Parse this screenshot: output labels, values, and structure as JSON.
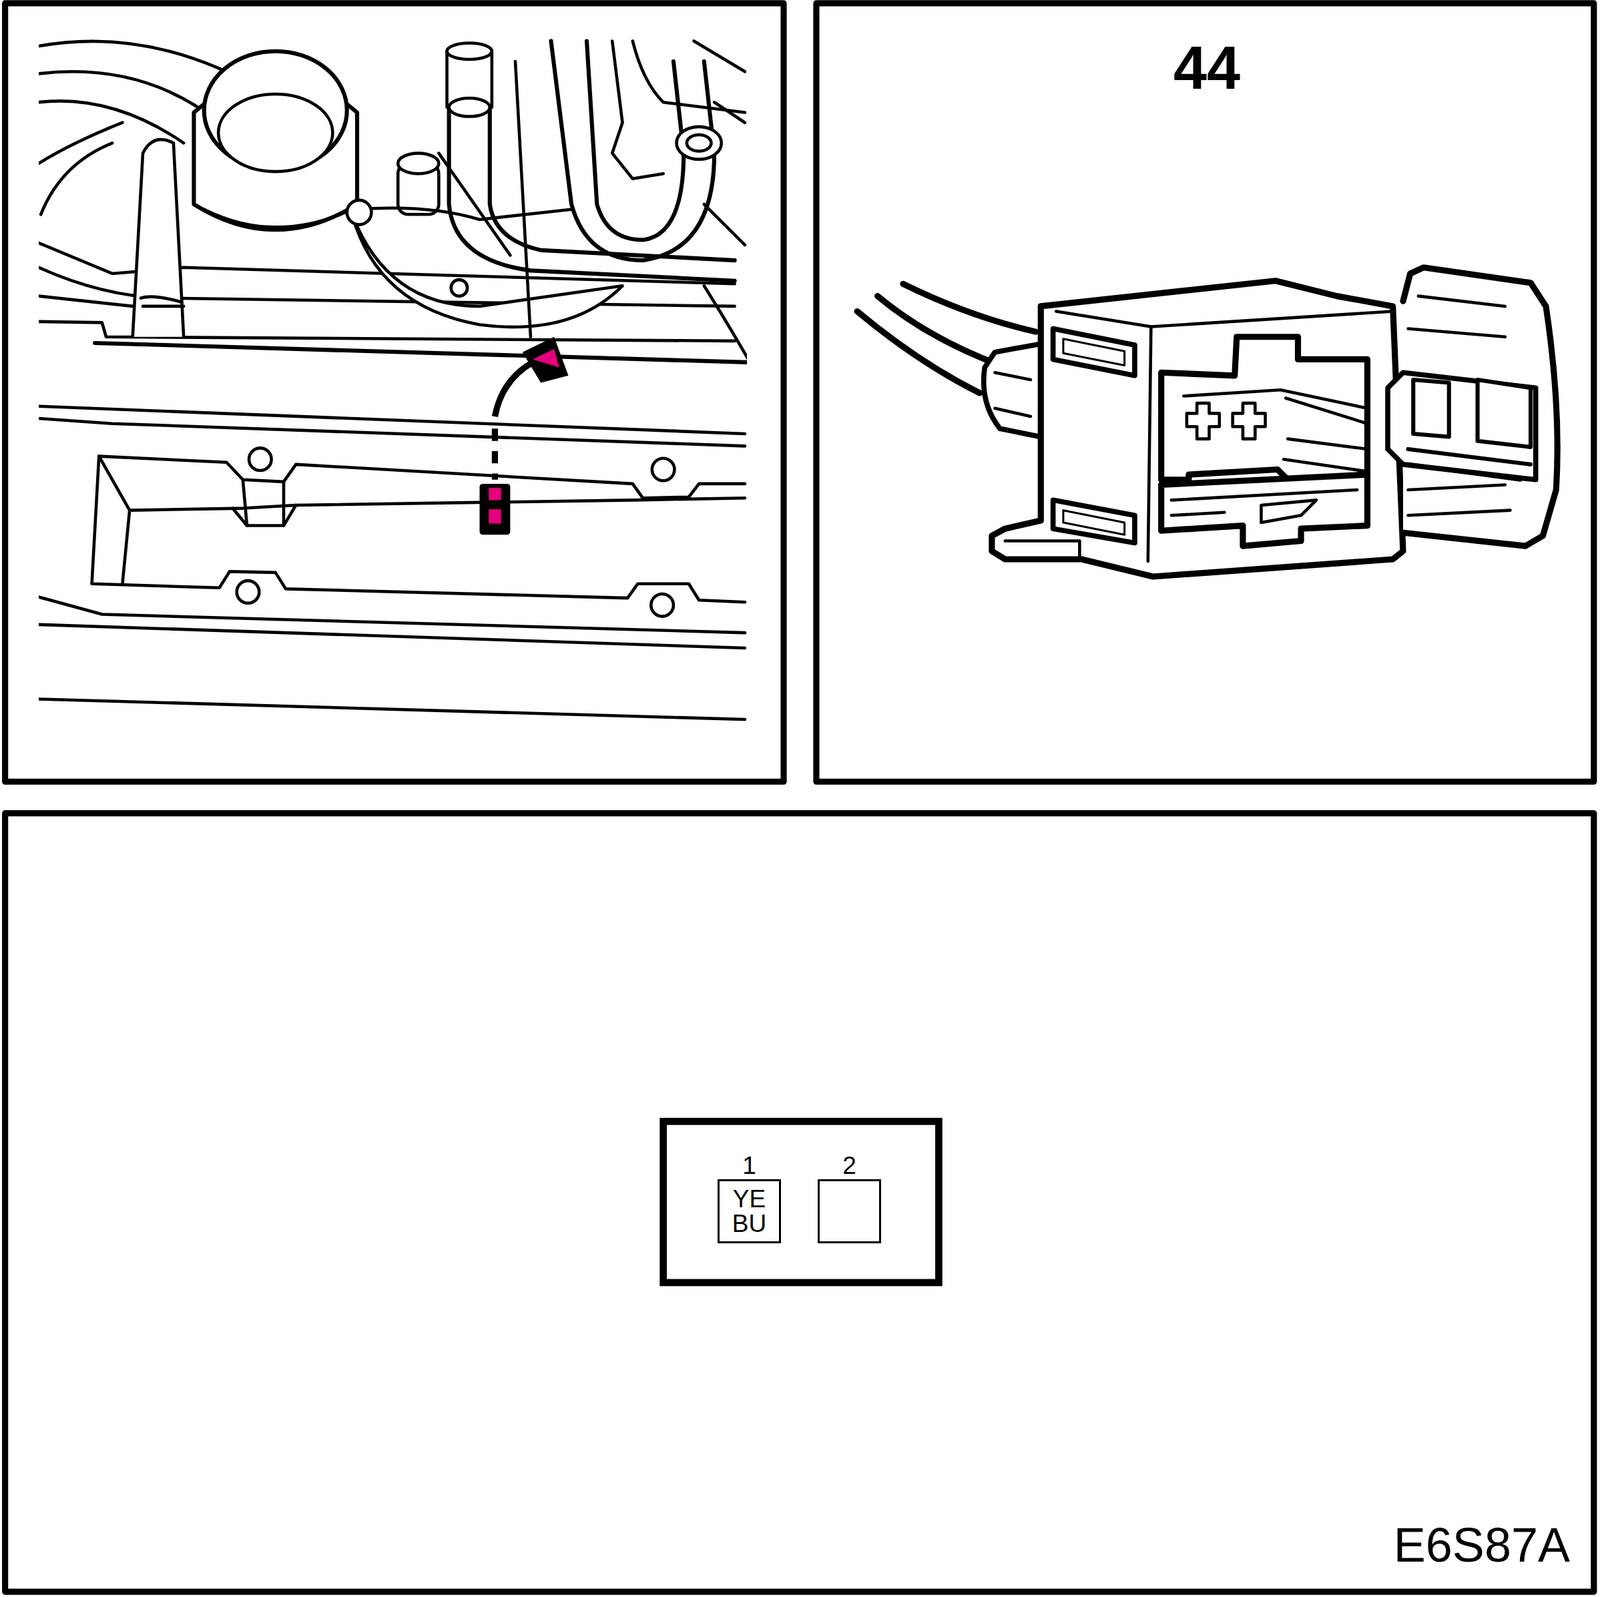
{
  "diagram": {
    "nodes": [
      {
        "text": [
          "1",
          "YE BU"
        ]
      },
      {
        "text": [
          "2"
        ]
      }
    ],
    "labels": [
      "44",
      "E6S87A"
    ]
  }
}
